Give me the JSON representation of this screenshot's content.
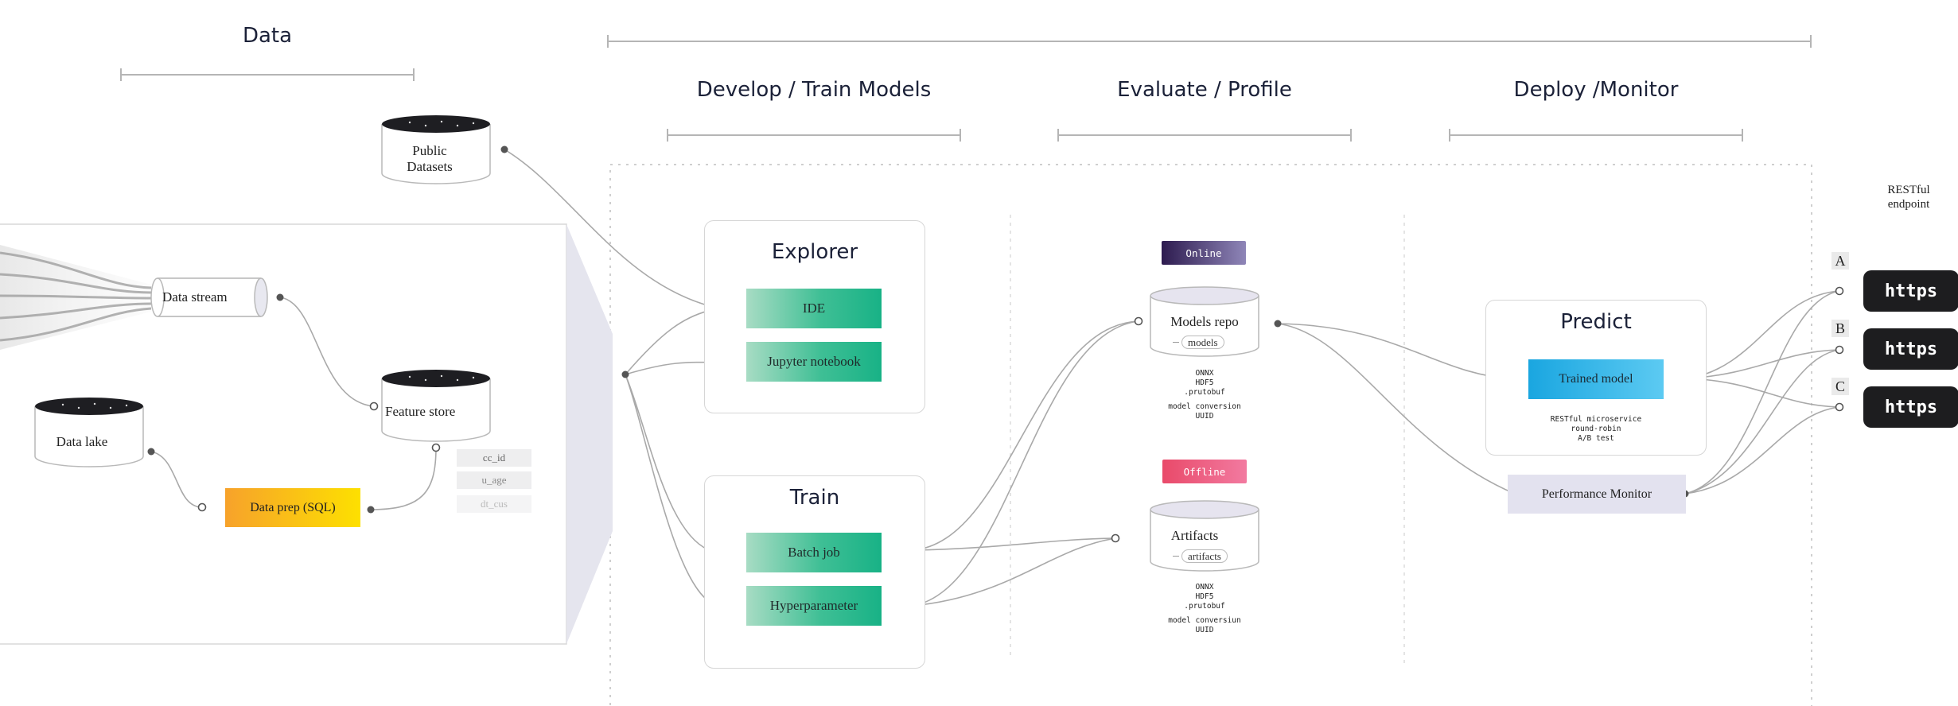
{
  "stage_headers": {
    "data": "Data",
    "develop": "Develop / Train Models",
    "evaluate": "Evaluate / Profile",
    "deploy": "Deploy /Monitor"
  },
  "sources": {
    "public_datasets": "Public Datasets",
    "data_stream": "Data stream",
    "data_lake": "Data lake",
    "data_prep": "Data prep (SQL)",
    "feature_store": "Feature store",
    "feature_chips": [
      "cc_id",
      "u_age",
      "dt_cus"
    ]
  },
  "explorer": {
    "title": "Explorer",
    "items": [
      "IDE",
      "Jupyter notebook"
    ]
  },
  "train": {
    "title": "Train",
    "items": [
      "Batch job",
      "Hyperparameter"
    ]
  },
  "models_repo": {
    "badge": "Online",
    "label": "Models repo",
    "tag": "models",
    "formats": [
      "ONNX",
      "HDF5",
      ".prutobuf"
    ],
    "extras": [
      "model conversion",
      "UUID"
    ]
  },
  "artifacts": {
    "badge": "Offline",
    "label": "Artifacts",
    "tag": "artifacts",
    "formats": [
      "ONNX",
      "HDF5",
      ".prutobuf"
    ],
    "extras": [
      "model conversiun",
      "UUID"
    ]
  },
  "predict": {
    "title": "Predict",
    "button": "Trained model",
    "notes": [
      "RESTful microservice",
      "round-robin",
      "A/B test"
    ]
  },
  "performance_monitor": "Performance Monitor",
  "endpoint": {
    "label_line1": "RESTful",
    "label_line2": "endpoint",
    "items": [
      {
        "letter": "A",
        "text": "https"
      },
      {
        "letter": "B",
        "text": "https"
      },
      {
        "letter": "C",
        "text": "https"
      }
    ]
  },
  "colors": {
    "green_start": "#a8dcc4",
    "green_end": "#18b286",
    "online_start": "#2d1b4f",
    "online_end": "#8f86b8",
    "offline_start": "#e94a6a",
    "offline_end": "#f27aa0",
    "trained_start": "#1aa6e0",
    "trained_end": "#5ccaf2",
    "dataprep_start": "#f7a22b",
    "dataprep_end": "#fde000",
    "monitor": "#e3e2ef"
  }
}
